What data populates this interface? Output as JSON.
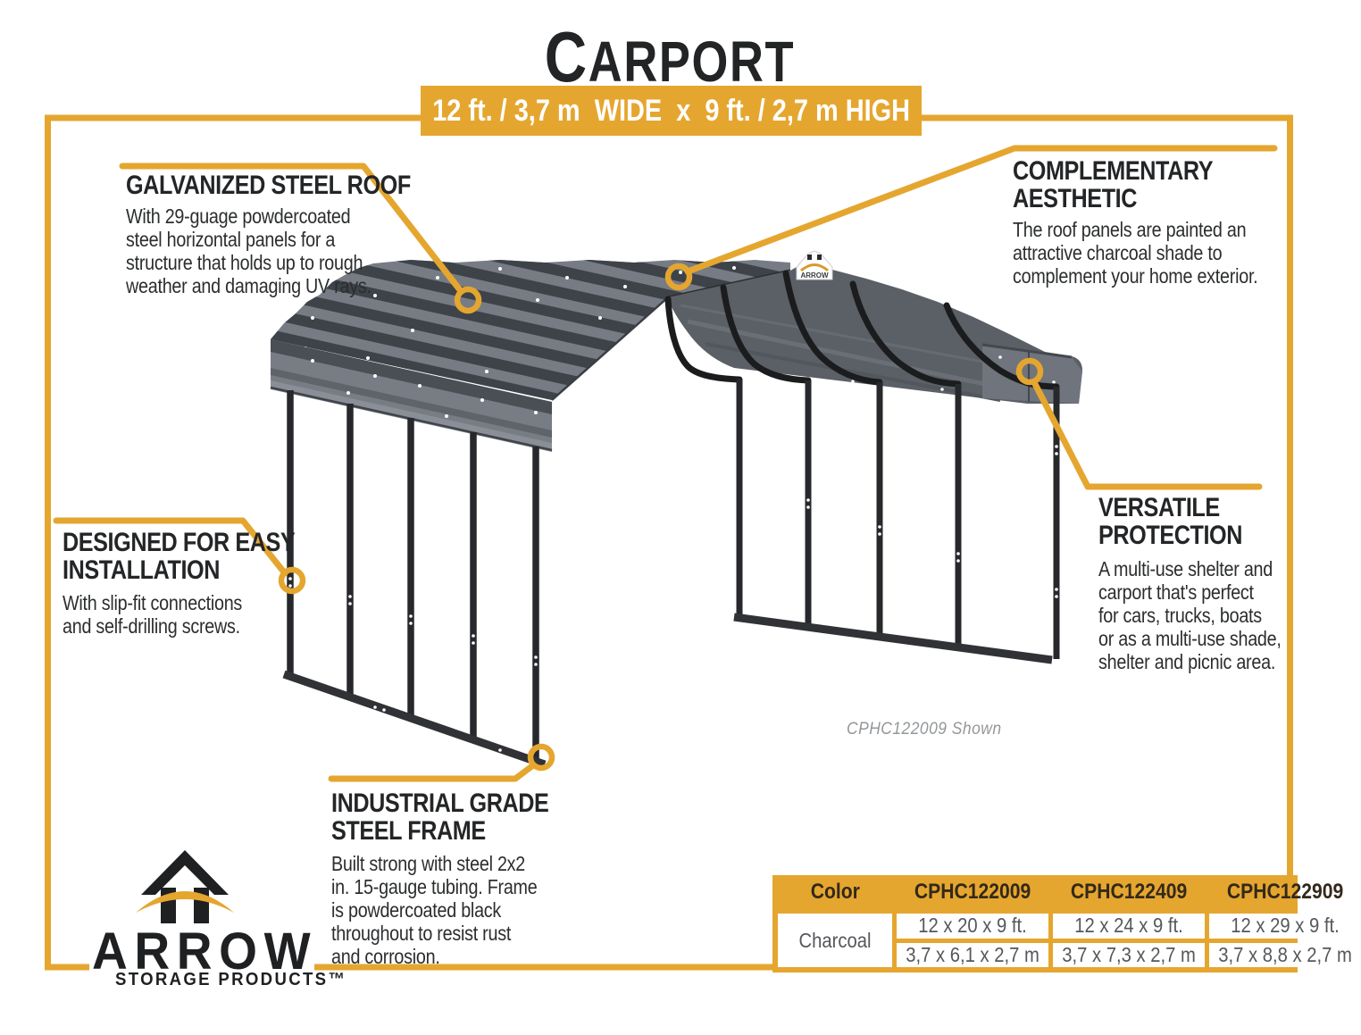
{
  "page": {
    "title": "CARPORT",
    "banner": "12 ft. / 3,7 m  WIDE  x  9 ft. / 2,7 m HIGH",
    "product_note": "CPHC122009 Shown"
  },
  "callouts": {
    "galvanized_roof": {
      "heading": "GALVANIZED STEEL ROOF",
      "body": "With 29-guage powdercoated\nsteel horizontal panels for a\nstructure that holds up to rough\nweather and damaging UV rays."
    },
    "complementary_aesthetic": {
      "heading": "COMPLEMENTARY AESTHETIC",
      "body": "The roof panels are painted an\nattractive charcoal shade to\ncomplement your home exterior."
    },
    "easy_installation": {
      "heading": "DESIGNED FOR EASY\nINSTALLATION",
      "body": "With slip-fit connections\nand self-drilling screws."
    },
    "versatile_protection": {
      "heading": "VERSATILE\nPROTECTION",
      "body": "A multi-use shelter and\ncarport that's perfect\nfor cars, trucks, boats\nor as a multi-use shade,\nshelter and picnic area."
    },
    "steel_frame": {
      "heading": "INDUSTRIAL GRADE\nSTEEL FRAME",
      "body": "Built strong with steel 2x2\nin. 15-gauge tubing. Frame\nis powdercoated black\nthroughout to resist rust\nand corrosion."
    }
  },
  "logo": {
    "brand": "ARROW",
    "tagline": "STORAGE PRODUCTS™"
  },
  "roof_badge": "ARROW",
  "spec_table": {
    "headers": [
      "Color",
      "CPHC122009",
      "CPHC122409",
      "CPHC122909"
    ],
    "color_value": "Charcoal",
    "dimensions_ft": [
      "12 x 20 x 9 ft.",
      "12 x 24 x 9 ft.",
      "12 x 29 x 9 ft."
    ],
    "dimensions_m": [
      "3,7 x 6,1 x 2,7 m",
      "3,7 x 7,3 x 2,7 m",
      "3,7 x 8,8 x 2,7 m"
    ]
  },
  "colors": {
    "accent_gold": "#E5A62F",
    "roof_charcoal": "#41464D",
    "frame_black": "#232528",
    "table_text": "#54575B"
  }
}
